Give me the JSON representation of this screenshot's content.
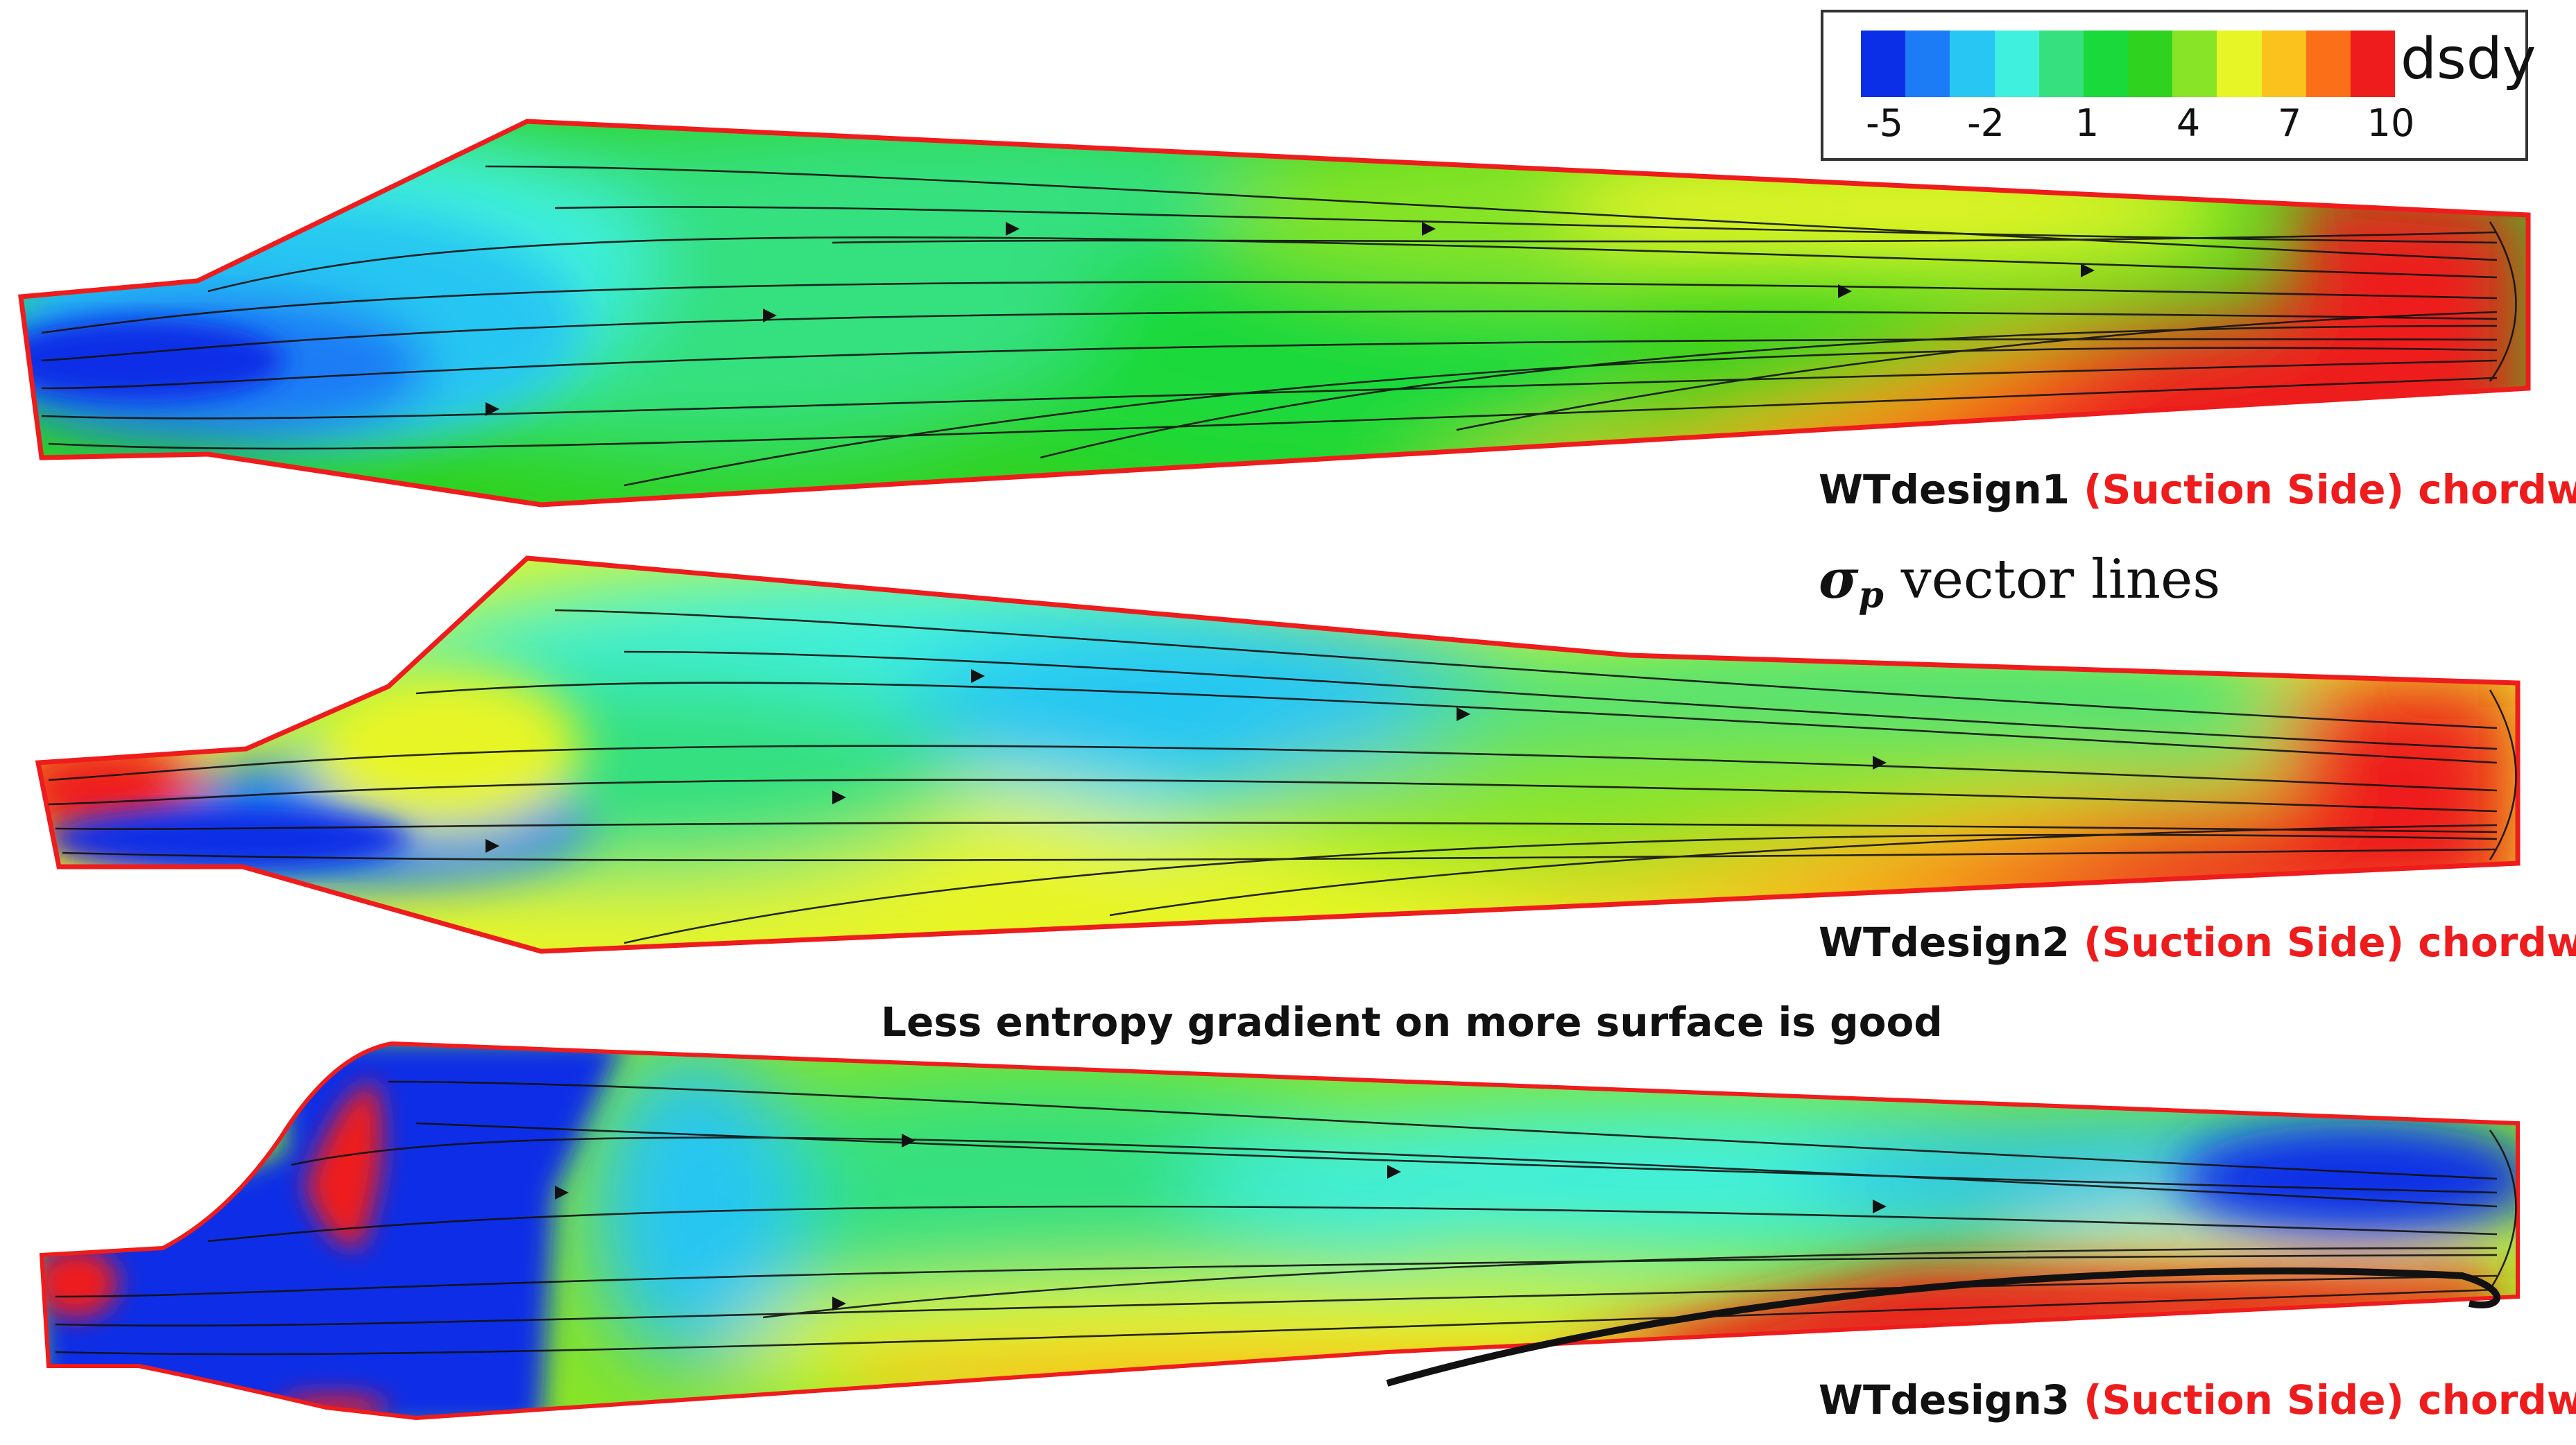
{
  "colormap": [
    "#0a2fe6",
    "#1c7cf5",
    "#28c6f2",
    "#3ff0df",
    "#36e07f",
    "#1ad93a",
    "#2fd21e",
    "#88e426",
    "#e7f526",
    "#fbc21e",
    "#fb6f18",
    "#ee1c1c"
  ],
  "colors": {
    "outline": "#ee1c1c",
    "streamline": "#111111",
    "caption_text": "#111111",
    "caption_side": "#ee1c1c"
  },
  "legend": {
    "variable": "dsdy",
    "ticks": [
      "-5",
      "-2",
      "1",
      "4",
      "7",
      "10"
    ]
  },
  "annotation": {
    "sigma_symbol": "σ",
    "sigma_subscript": "p",
    "sigma_text": " vector lines",
    "note": "Less entropy gradient on more surface is good"
  },
  "panels": [
    {
      "model": "WTdesign1",
      "side": "(Suction Side) chordwise"
    },
    {
      "model": "WTdesign2",
      "side": "(Suction Side) chordwise"
    },
    {
      "model": "WTdesign3",
      "side": "(Suction Side) chordwise"
    }
  ]
}
